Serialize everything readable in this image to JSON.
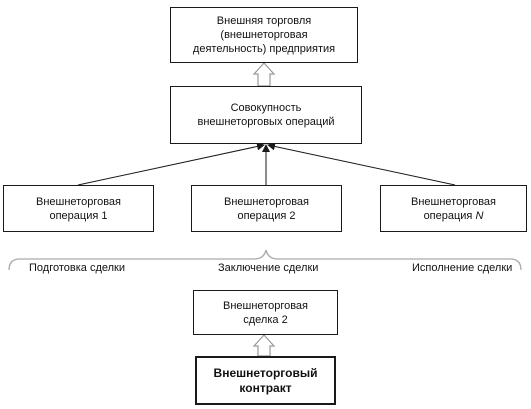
{
  "nodes": {
    "foreign_trade": "Внешняя торговля (внешнеторговая\nдеятельность) предприятия",
    "operations_set": "Совокупность\nвнешнеторговых операций",
    "operation_1": "Внешнеторговая\nоперация 1",
    "operation_2": "Внешнеторговая\nоперация 2",
    "operation_n_prefix": "Внешнеторговая\nоперация ",
    "operation_n_var": "N",
    "deal_2": "Внешнеторговая\nсделка 2",
    "contract": "Внешнеторговый\nконтракт"
  },
  "stages": {
    "preparation": "Подготовка сделки",
    "conclusion": "Заключение сделки",
    "execution": "Исполнение сделки"
  }
}
